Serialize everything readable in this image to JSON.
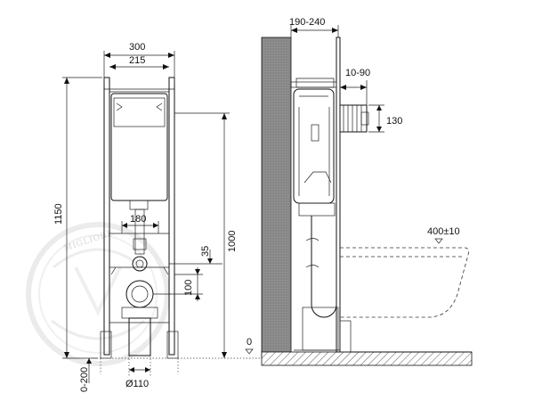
{
  "front_view": {
    "dim_width_outer": "300",
    "dim_width_inner": "215",
    "dim_height_total": "1150",
    "dim_flush_spacing": "180",
    "dim_offset_35": "35",
    "dim_offset_100": "100",
    "dim_height_1000": "1000",
    "dim_adjust_0_200": "0-200",
    "dim_pipe_diameter": "Ø110"
  },
  "side_view": {
    "dim_wall_depth": "190-240",
    "dim_adjust_10_90": "10-90",
    "dim_connection_130": "130",
    "dim_bowl_height": "400±10",
    "floor_level_label": "0"
  },
  "watermark": {
    "text": "MIGLIORE"
  }
}
